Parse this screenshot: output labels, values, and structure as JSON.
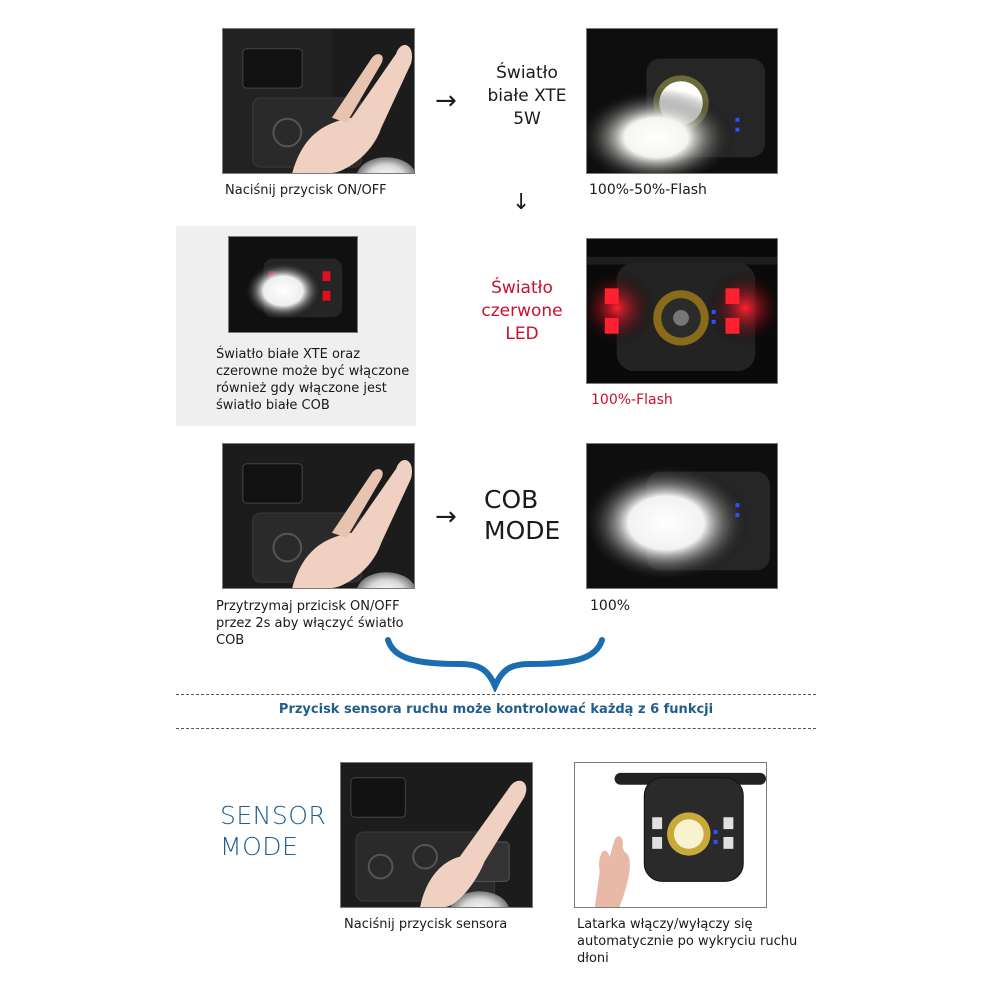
{
  "row1": {
    "left_caption": "Naciśnij przycisk  ON/OFF",
    "mode_label": "Światło\nbiałe XTE\n5W",
    "right_caption": "100%-50%-Flash"
  },
  "row2": {
    "left_caption": "Światło białe XTE oraz\nczerowne może być włączone\nrównież gdy włączone jest\nświatło białe COB",
    "mode_label": "Światło\nczerwone\nLED",
    "right_caption": "100%-Flash"
  },
  "row3": {
    "left_caption": "Przytrzymaj przicisk ON/OFF\nprzez 2s aby włączyć światło\nCOB",
    "mode_label": "COB\nMODE",
    "right_caption": "100%"
  },
  "banner": {
    "text": "Przycisk sensora ruchu może kontrolować każdą z 6 funkcji"
  },
  "row4": {
    "mode_label": "SENSOR\nMODE",
    "left_caption": "Naciśnij przycisk  sensora",
    "right_caption": "Latarka włączy/wyłączy się\nautomatycznie po wykryciu ruchu\ndłoni"
  },
  "colors": {
    "red_accent": "#c8102e",
    "blue_accent": "#1f5d8c",
    "brace_blue": "#1a6db0"
  },
  "icons": {
    "right_arrow": "→",
    "down_arrow": "↓"
  }
}
